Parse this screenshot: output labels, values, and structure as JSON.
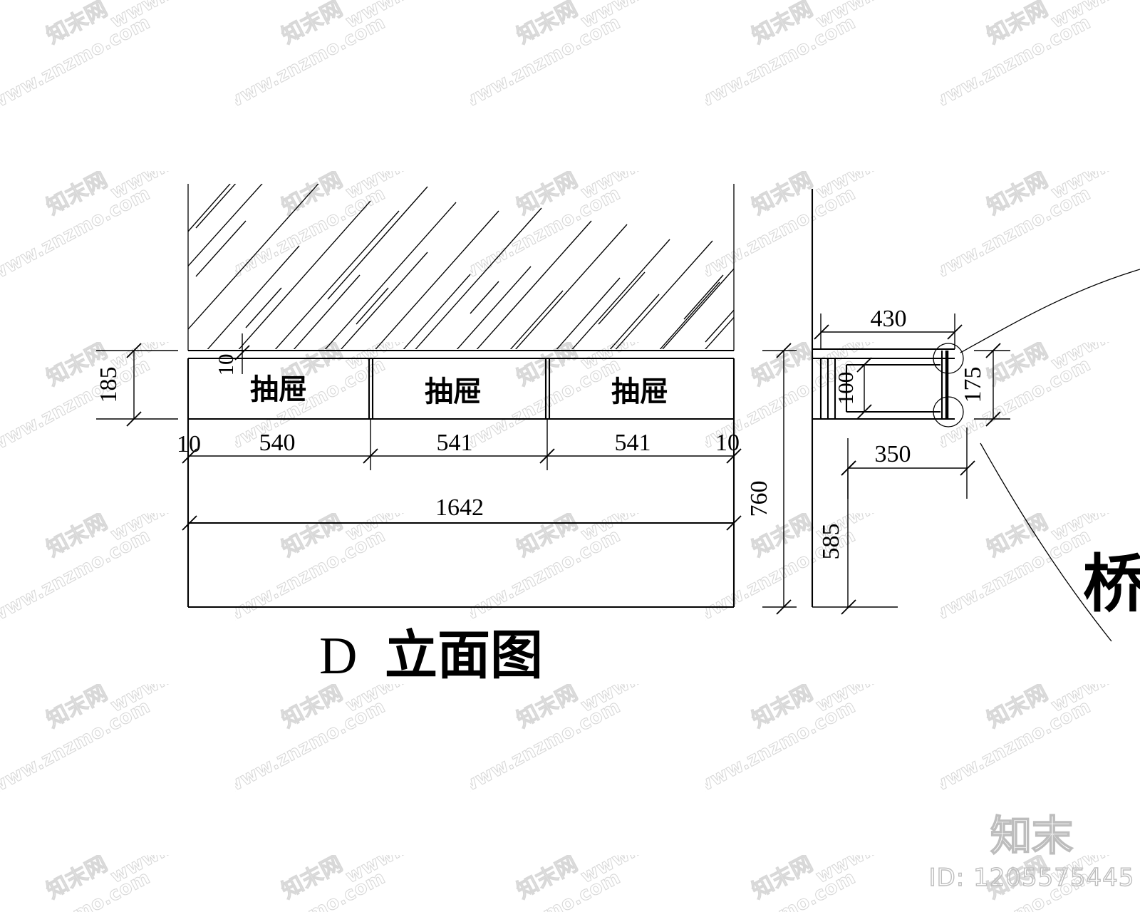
{
  "drawing": {
    "title_letter": "D",
    "title_cn": "立面图",
    "title_full": "D 立面图"
  },
  "elevation": {
    "drawers": [
      {
        "label": "抽屉",
        "width": "540"
      },
      {
        "label": "抽屉",
        "width": "541"
      },
      {
        "label": "抽屉",
        "width": "541"
      }
    ],
    "dimensions": {
      "height_drawer": "185",
      "gap_top": "10",
      "edge_left": "10",
      "edge_right": "10",
      "total_width": "1642",
      "total_height": "760"
    }
  },
  "section": {
    "dimensions": {
      "depth_top": "430",
      "depth_bottom": "350",
      "inner_height": "100",
      "detail_height": "175",
      "height_to_floor": "585"
    },
    "callout_label": "桥"
  },
  "watermark": {
    "url": "www.znzmo.com",
    "brand_cn": "知末网",
    "logo_cn": "知末",
    "id_label": "ID: 1205575445"
  },
  "colors": {
    "line": "#000000",
    "background": "#ffffff",
    "watermark": "#d8d8d8"
  }
}
